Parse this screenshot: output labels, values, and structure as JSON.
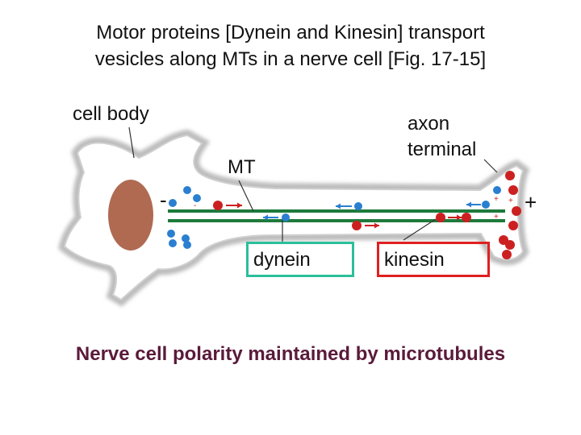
{
  "title": {
    "line1": "Motor proteins [Dynein and Kinesin] transport",
    "line2": "vesicles along MTs in a nerve cell [Fig. 17-15]"
  },
  "labels": {
    "cell_body": "cell body",
    "axon_terminal_line1": "axon",
    "axon_terminal_line2": "terminal",
    "mt": "MT",
    "minus_end": "-",
    "plus_end": "+",
    "dynein": "dynein",
    "kinesin": "kinesin"
  },
  "caption": "Nerve cell polarity maintained by microtubules",
  "colors": {
    "dynein_box": "#2bbf9b",
    "kinesin_box": "#e02020",
    "caption": "#5a1a3a",
    "microtubule": "#1e7a3c",
    "kinesin_vesicle": "#cc2020",
    "dynein_vesicle": "#2a7fd0",
    "nucleus": "#b06a52"
  }
}
